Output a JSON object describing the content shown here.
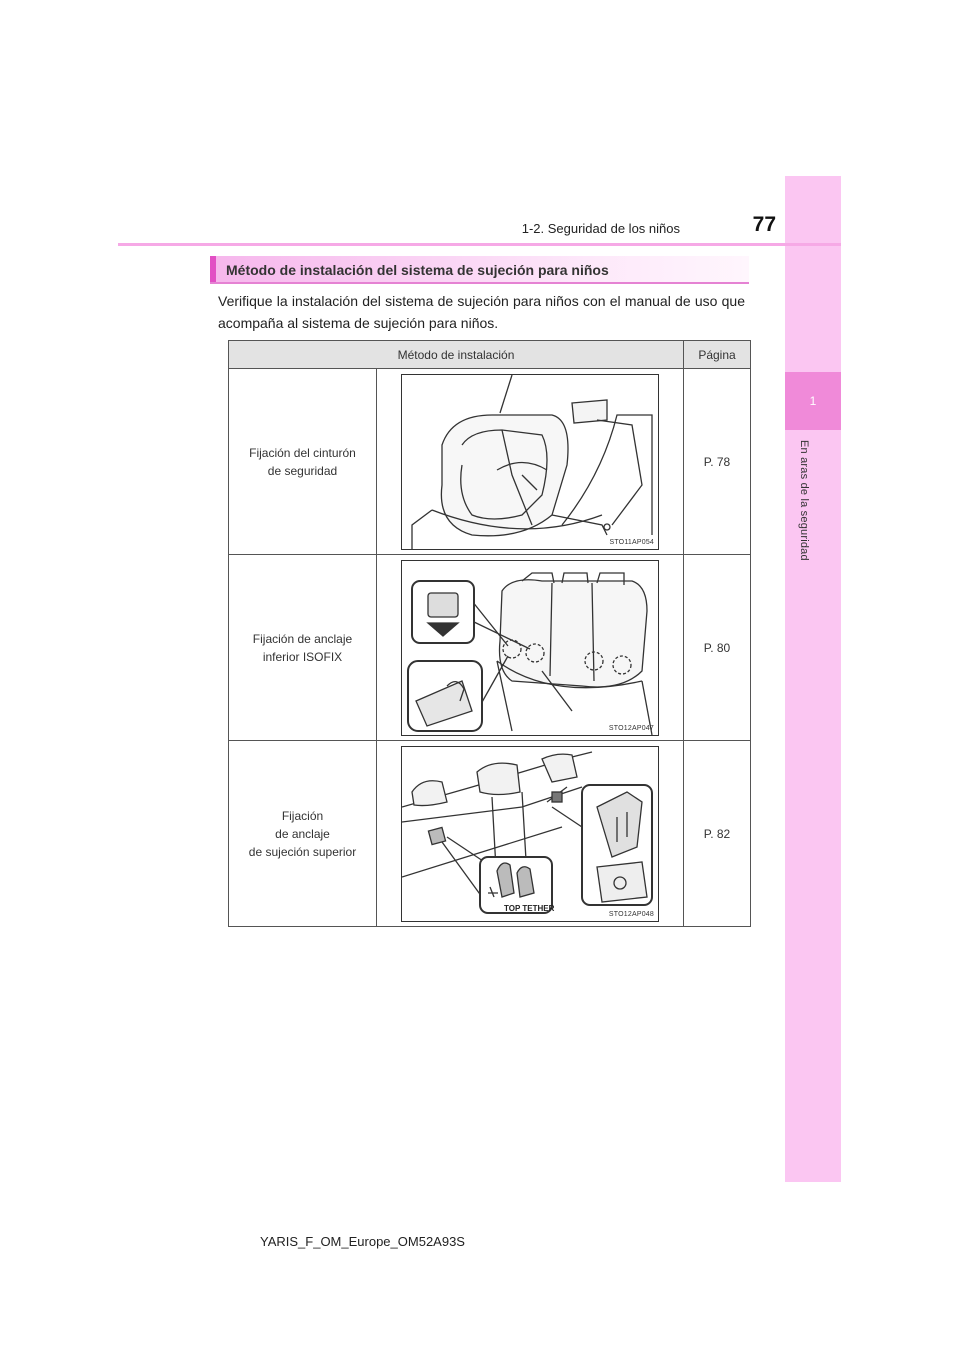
{
  "header": {
    "page_number": "77",
    "section": "1-2. Seguridad de los niños"
  },
  "side_tab": {
    "chapter_number": "1",
    "chapter_title": "En aras de la seguridad"
  },
  "section_title": "Método de instalación del sistema de sujeción para niños",
  "intro": "Verifique la instalación del sistema de sujeción para niños con el manual de uso que acompaña al sistema de sujeción para niños.",
  "table": {
    "col_method": "Método de instalación",
    "col_page": "Página",
    "rows": [
      {
        "method_lines": [
          "Fijación del cinturón",
          "de seguridad"
        ],
        "figure_code": "STO11AP054",
        "page": "P. 78"
      },
      {
        "method_lines": [
          "Fijación de anclaje",
          "inferior ISOFIX"
        ],
        "figure_code": "STO12AP047",
        "page": "P. 80"
      },
      {
        "method_lines": [
          "Fijación",
          "de anclaje",
          "de sujeción superior"
        ],
        "figure_code": "STO12AP048",
        "page": "P. 82",
        "figure_label": "TOP TETHER"
      }
    ]
  },
  "footer": "YARIS_F_OM_Europe_OM52A93S",
  "colors": {
    "tab_pink": "#fbc6f2",
    "tab_active": "#f08ad9",
    "header_rule": "#f6a9e6",
    "title_accent": "#e24fc4"
  }
}
